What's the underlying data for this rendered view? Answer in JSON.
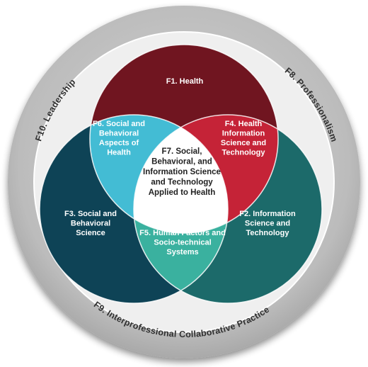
{
  "outer_ring": {
    "labels": {
      "f10": "F10. Leadership",
      "f8": "F8. Professionalism",
      "f9": "F9. Interprofessional Collaborative Practice"
    }
  },
  "circles": {
    "f1": {
      "lines": [
        "F1. Health"
      ],
      "color": "#701520"
    },
    "f3": {
      "lines": [
        "F3. Social and",
        "Behavioral",
        "Science"
      ],
      "color": "#0e4356"
    },
    "f2": {
      "lines": [
        "F2. Information",
        "Science and",
        "Technology"
      ],
      "color": "#1c6a6a"
    }
  },
  "overlaps": {
    "f6": {
      "lines": [
        "F6. Social and",
        "Behavioral",
        "Aspects of",
        "Health"
      ],
      "color": "#43bcd4"
    },
    "f4": {
      "lines": [
        "F4. Health",
        "Information",
        "Science and",
        "Technology"
      ],
      "color": "#c52337"
    },
    "f5": {
      "lines": [
        "F5. Human Factors and",
        "Socio-technical",
        "Systems"
      ],
      "color": "#3ab19f"
    },
    "f7": {
      "lines": [
        "F7. Social,",
        "Behavioral, and",
        "Information Science",
        "and Technology",
        "Applied to Health"
      ],
      "color": "#ffffff"
    }
  },
  "colors": {
    "ring": "#b9b9b9",
    "ring_inner": "#efefef",
    "text_light": "#ffffff",
    "text_dark": "#222222"
  }
}
